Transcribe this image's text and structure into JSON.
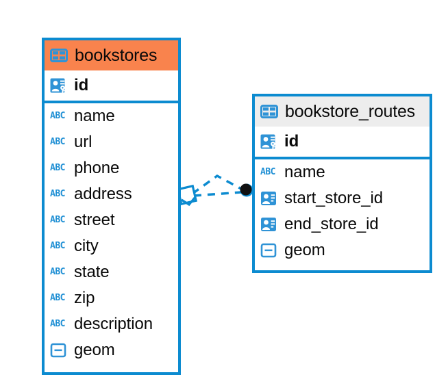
{
  "diagram": {
    "type": "entity-relationship-diagram",
    "background_color": "#ffffff",
    "accent_color": "#0c8bd0",
    "highlight_color": "#f9834d",
    "header_grey": "#ededed",
    "icon_blue": "#2f93d6"
  },
  "tables": [
    {
      "name": "bookstores",
      "header_style": "orange",
      "table_icon": "table-icon",
      "primary_key": {
        "label": "id",
        "icon": "primary-key-icon"
      },
      "fields": [
        {
          "label": "name",
          "icon": "abc-text-icon",
          "icon_text": "ABC"
        },
        {
          "label": "url",
          "icon": "abc-text-icon",
          "icon_text": "ABC"
        },
        {
          "label": "phone",
          "icon": "abc-text-icon",
          "icon_text": "ABC"
        },
        {
          "label": "address",
          "icon": "abc-text-icon",
          "icon_text": "ABC"
        },
        {
          "label": "street",
          "icon": "abc-text-icon",
          "icon_text": "ABC"
        },
        {
          "label": "city",
          "icon": "abc-text-icon",
          "icon_text": "ABC"
        },
        {
          "label": "state",
          "icon": "abc-text-icon",
          "icon_text": "ABC"
        },
        {
          "label": "zip",
          "icon": "abc-text-icon",
          "icon_text": "ABC"
        },
        {
          "label": "description",
          "icon": "abc-text-icon",
          "icon_text": "ABC"
        },
        {
          "label": "geom",
          "icon": "geometry-icon",
          "icon_text": ""
        }
      ]
    },
    {
      "name": "bookstore_routes",
      "header_style": "grey",
      "table_icon": "table-icon",
      "primary_key": {
        "label": "id",
        "icon": "primary-key-icon"
      },
      "fields": [
        {
          "label": "name",
          "icon": "abc-text-icon",
          "icon_text": "ABC"
        },
        {
          "label": "start_store_id",
          "icon": "foreign-key-icon",
          "icon_text": ""
        },
        {
          "label": "end_store_id",
          "icon": "foreign-key-icon",
          "icon_text": ""
        },
        {
          "label": "geom",
          "icon": "geometry-icon",
          "icon_text": ""
        }
      ]
    }
  ],
  "relationship": {
    "style": "dashed",
    "color": "#0c8bd0",
    "source_marker": "diamond-marker",
    "target_marker": "filled-circle-marker",
    "target_marker_color": "#111111"
  }
}
